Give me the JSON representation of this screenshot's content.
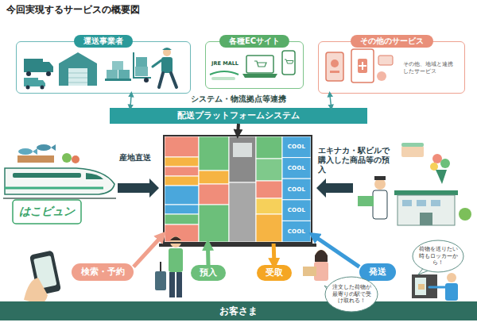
{
  "diagram": {
    "title": "今回実現するサービスの概要図",
    "nodes": [
      {
        "text": [
          "運送事業者"
        ]
      },
      {
        "text": [
          "各種ECサイト"
        ]
      },
      {
        "text": [
          "その他のサービス",
          "その他、地域と連携したサービス"
        ]
      },
      {
        "text": [
          "配送プラットフォームシステム"
        ]
      },
      {
        "text": [
          "COOL",
          "COOL",
          "COOL",
          "COOL",
          "COOL"
        ]
      },
      {
        "text": [
          "荷物を送りたい時もロッカーから！"
        ]
      },
      {
        "text": [
          "検索・予約"
        ]
      },
      {
        "text": [
          "預入"
        ]
      },
      {
        "text": [
          "受取"
        ]
      },
      {
        "text": [
          "発送"
        ]
      },
      {
        "text": [
          "注文した荷物が最寄りの駅で受け取れる！"
        ]
      },
      {
        "text": [
          "お客さま"
        ]
      }
    ],
    "edges": [
      {
        "from": 0,
        "to": 3,
        "arrow": "both"
      },
      {
        "from": 2,
        "to": 3,
        "arrow": "both"
      },
      {
        "from": 3,
        "to": 4,
        "arrow": "to"
      },
      {
        "from": 6,
        "to": 4,
        "arrow": "to"
      },
      {
        "from": 7,
        "to": 4,
        "arrow": "to"
      },
      {
        "from": 4,
        "to": 8,
        "arrow": "to"
      },
      {
        "from": 9,
        "to": 4,
        "arrow": "to"
      }
    ],
    "labels": [
      "システム・物流拠点等連携",
      "産地直送",
      "エキナカ・駅ビルで購入した商品等の預入",
      "JRE MALL",
      "はこビュン"
    ]
  }
}
